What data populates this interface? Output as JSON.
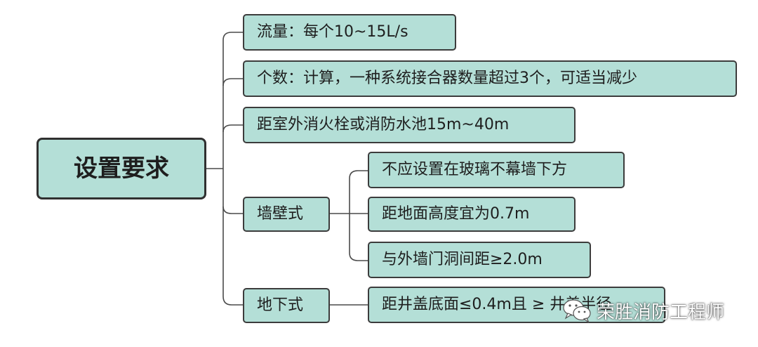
{
  "root": {
    "label": "设置要求"
  },
  "branches": {
    "flow": "流量：每个10~15L/s",
    "count": "个数：计算，一种系统接合器数量超过3个，可适当减少",
    "distance": "距室外消火栓或消防水池15m~40m",
    "wall": {
      "label": "墙壁式",
      "items": [
        "不应设置在玻璃不幕墙下方",
        "距地面高度宜为0.7m",
        "与外墙门洞间距≥2.0m"
      ]
    },
    "underground": {
      "label": "地下式",
      "item": "距井盖底面≤0.4m且 ≥ 井盖半径"
    }
  },
  "watermark": {
    "text": "荣胜消防工程师",
    "icon": "wechat-icon"
  },
  "colors": {
    "node_fill": "#b4dfd7",
    "border": "#3c3c3c",
    "connector": "#4a4a4a"
  }
}
